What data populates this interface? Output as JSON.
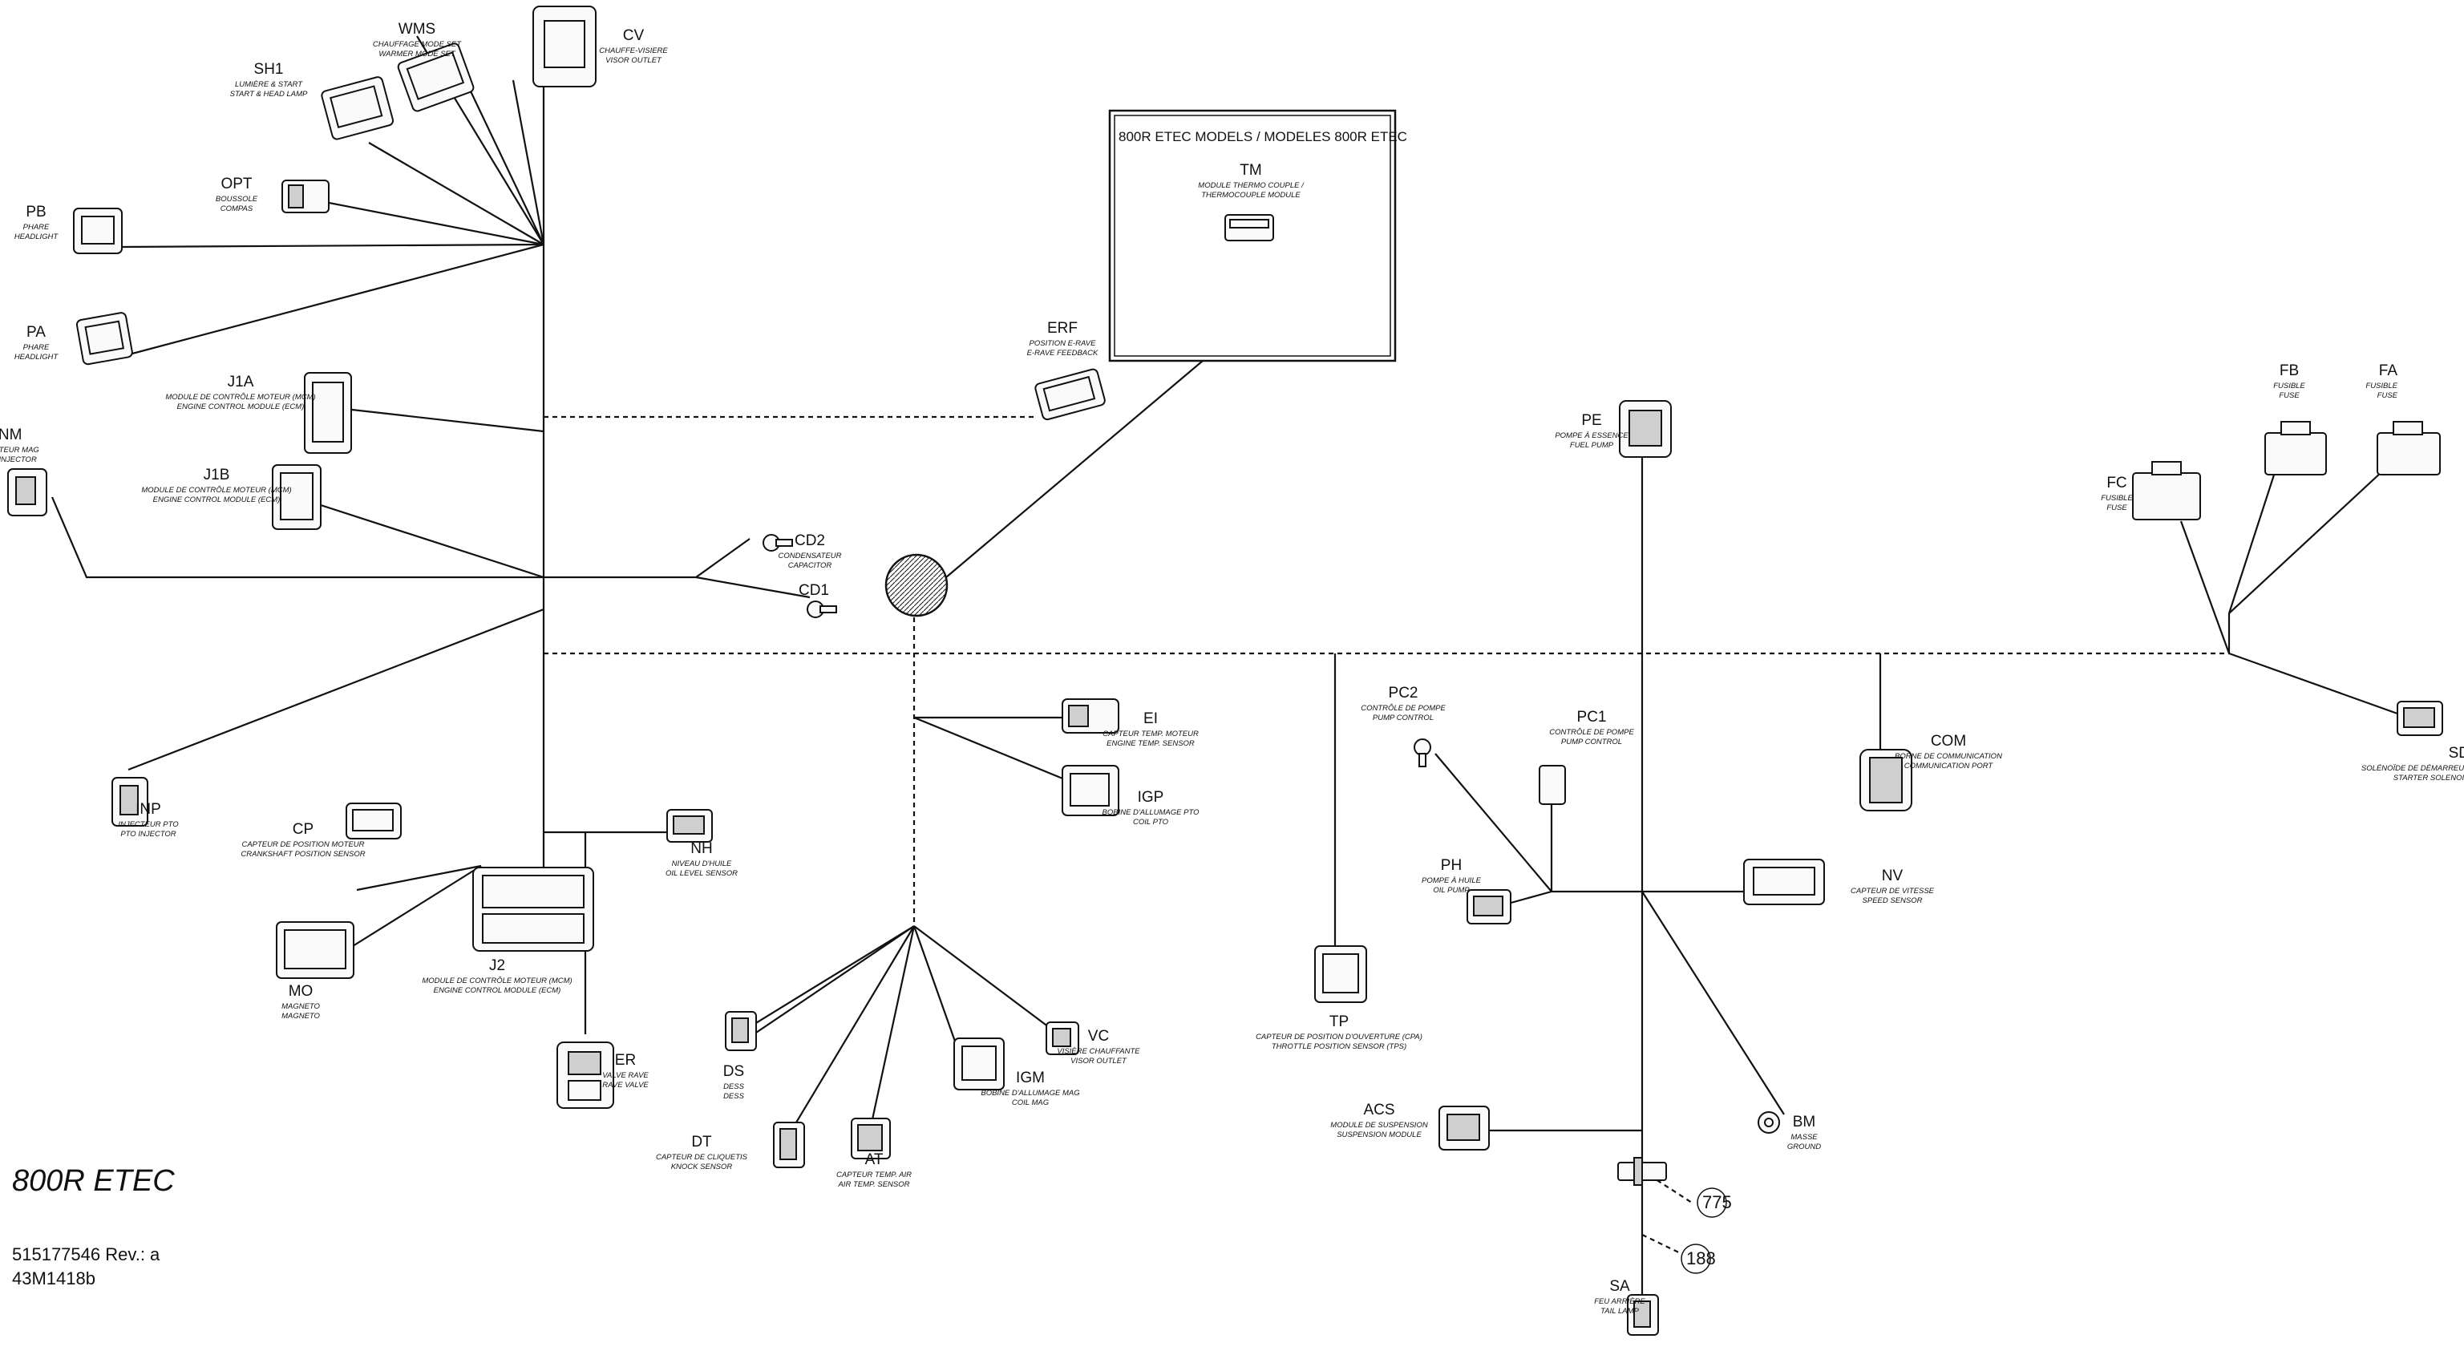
{
  "diagram": {
    "model": "800R ETEC",
    "part_number": "515177546 Rev.: a",
    "drawing_code": "43M1418b",
    "inset_title": "800R ETEC MODELS / MODELES 800R ETEC",
    "refs": [
      "775",
      "188"
    ]
  },
  "connectors": {
    "WMS": {
      "code": "WMS",
      "l1": "CHAUFFAGE MODE SET",
      "l2": "WARMER MODE SET"
    },
    "CV": {
      "code": "CV",
      "l1": "CHAUFFE-VISIERE",
      "l2": "VISOR OUTLET"
    },
    "SH1": {
      "code": "SH1",
      "l1": "LUMIÈRE & START",
      "l2": "START & HEAD LAMP"
    },
    "OPT": {
      "code": "OPT",
      "l1": "BOUSSOLE",
      "l2": "COMPAS"
    },
    "PB": {
      "code": "PB",
      "l1": "PHARE",
      "l2": "HEADLIGHT"
    },
    "PA": {
      "code": "PA",
      "l1": "PHARE",
      "l2": "HEADLIGHT"
    },
    "J1A": {
      "code": "J1A",
      "l1": "MODULE DE CONTRÔLE MOTEUR (MCM)",
      "l2": "ENGINE CONTROL MODULE (ECM)"
    },
    "INM": {
      "code": "INM",
      "l1": "INJECTEUR MAG",
      "l2": "MAG INJECTOR"
    },
    "J1B": {
      "code": "J1B",
      "l1": "MODULE DE CONTRÔLE MOTEUR (MCM)",
      "l2": "ENGINE CONTROL MODULE (ECM)"
    },
    "CD2": {
      "code": "CD2",
      "l1": "CONDENSATEUR",
      "l2": "CAPACITOR"
    },
    "CD1": {
      "code": "CD1",
      "l1": "",
      "l2": ""
    },
    "ERF": {
      "code": "ERF",
      "l1": "POSITION E-RAVE",
      "l2": "E-RAVE FEEDBACK"
    },
    "TM": {
      "code": "TM",
      "l1": "MODULE THERMO COUPLE /",
      "l2": "THERMOCOUPLE MODULE"
    },
    "INP": {
      "code": "INP",
      "l1": "INJECTEUR PTO",
      "l2": "PTO INJECTOR"
    },
    "CP": {
      "code": "CP",
      "l1": "CAPTEUR DE POSITION MOTEUR",
      "l2": "CRANKSHAFT POSITION SENSOR"
    },
    "NH": {
      "code": "NH",
      "l1": "NIVEAU D'HUILE",
      "l2": "OIL LEVEL SENSOR"
    },
    "MO": {
      "code": "MO",
      "l1": "MAGNETO",
      "l2": "MAGNETO"
    },
    "J2": {
      "code": "J2",
      "l1": "MODULE DE CONTRÔLE MOTEUR (MCM)",
      "l2": "ENGINE CONTROL MODULE (ECM)"
    },
    "ER": {
      "code": "ER",
      "l1": "VALVE RAVE",
      "l2": "RAVE VALVE"
    },
    "EI": {
      "code": "EI",
      "l1": "CAPTEUR TEMP. MOTEUR",
      "l2": "ENGINE TEMP. SENSOR"
    },
    "IGP": {
      "code": "IGP",
      "l1": "BOBINE D'ALLUMAGE PTO",
      "l2": "COIL PTO"
    },
    "DS": {
      "code": "DS",
      "l1": "DESS",
      "l2": "DESS"
    },
    "DT": {
      "code": "DT",
      "l1": "CAPTEUR DE CLIQUETIS",
      "l2": "KNOCK SENSOR"
    },
    "AT": {
      "code": "AT",
      "l1": "CAPTEUR TEMP. AIR",
      "l2": "AIR TEMP. SENSOR"
    },
    "IGM": {
      "code": "IGM",
      "l1": "BOBINE D'ALLUMAGE MAG",
      "l2": "COIL MAG"
    },
    "VC": {
      "code": "VC",
      "l1": "VISIÈRE CHAUFFANTE",
      "l2": "VISOR OUTLET"
    },
    "TP": {
      "code": "TP",
      "l1": "CAPTEUR DE POSITION D'OUVERTURE (CPA)",
      "l2": "THROTTLE POSITION SENSOR (TPS)"
    },
    "PE": {
      "code": "PE",
      "l1": "POMPE À ESSENCE",
      "l2": "FUEL PUMP"
    },
    "PC2": {
      "code": "PC2",
      "l1": "CONTRÔLE DE POMPE",
      "l2": "PUMP CONTROL"
    },
    "PC1": {
      "code": "PC1",
      "l1": "CONTRÔLE DE POMPE",
      "l2": "PUMP CONTROL"
    },
    "PH": {
      "code": "PH",
      "l1": "POMPE À HUILE",
      "l2": "OIL PUMP"
    },
    "NV": {
      "code": "NV",
      "l1": "CAPTEUR DE VITESSE",
      "l2": "SPEED SENSOR"
    },
    "ACS": {
      "code": "ACS",
      "l1": "MODULE DE SUSPENSION",
      "l2": "SUSPENSION MODULE"
    },
    "BM": {
      "code": "BM",
      "l1": "MASSE",
      "l2": "GROUND"
    },
    "SA": {
      "code": "SA",
      "l1": "FEU ARRIÈRE",
      "l2": "TAIL LAMP"
    },
    "COM": {
      "code": "COM",
      "l1": "BORNE DE COMMUNICATION",
      "l2": "COMMUNICATION PORT"
    },
    "FC": {
      "code": "FC",
      "l1": "FUSIBLE",
      "l2": "FUSE"
    },
    "FB": {
      "code": "FB",
      "l1": "FUSIBLE",
      "l2": "FUSE"
    },
    "FA": {
      "code": "FA",
      "l1": "FUSIBLE",
      "l2": "FUSE"
    },
    "SD": {
      "code": "SD",
      "l1": "SOLÉNOÏDE DE DÉMARREUR",
      "l2": "STARTER SOLENOID"
    }
  }
}
